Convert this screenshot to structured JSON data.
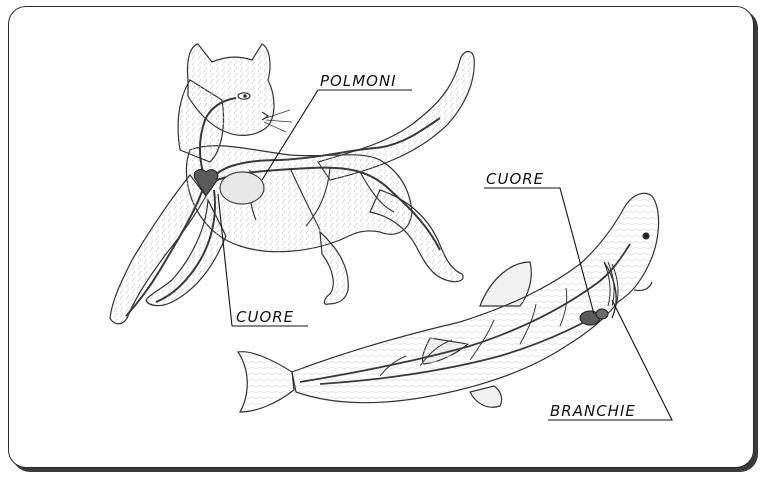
{
  "labels": {
    "cat_lungs": "POLMONI",
    "cat_heart": "CUORE",
    "fish_heart": "CUORE",
    "fish_gills": "BRANCHIE"
  },
  "colors": {
    "ink": "#1e1e1e",
    "vessel": "#3a3a3a",
    "organ": "#5a5a5a"
  }
}
